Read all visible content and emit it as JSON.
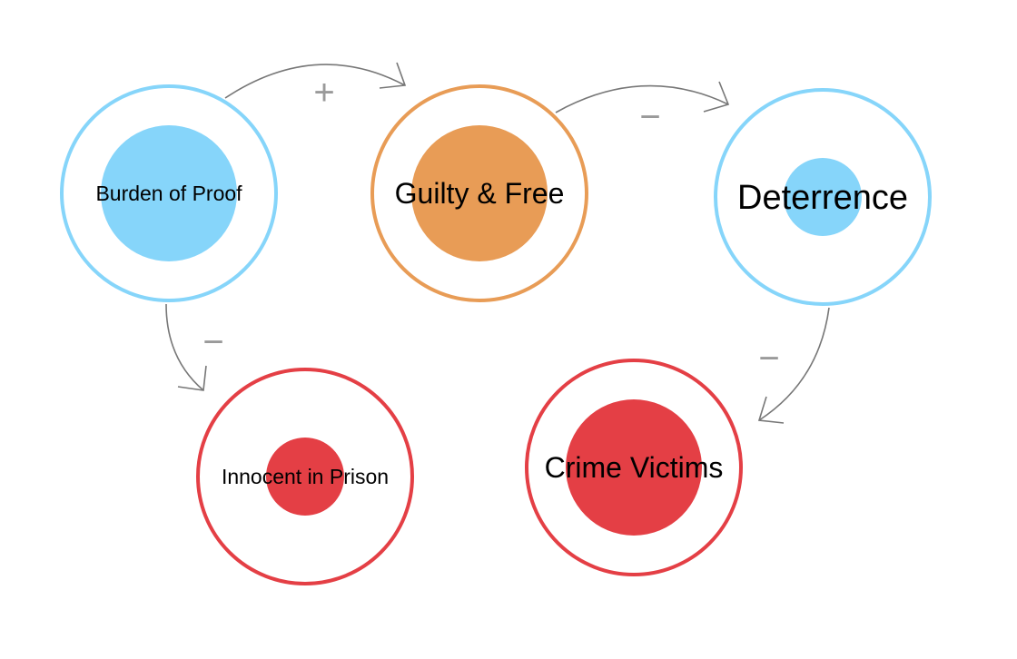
{
  "nodes": [
    {
      "id": "burden",
      "label": "Burden of Proof",
      "color": "#86d5fa",
      "level": 0.64
    },
    {
      "id": "guilty",
      "label": "Guilty & Free",
      "color": "#e89c56",
      "level": 0.64
    },
    {
      "id": "deterrence",
      "label": "Deterrence",
      "color": "#86d5fa",
      "level": 0.37
    },
    {
      "id": "innocent",
      "label": "Innocent in Prison",
      "color": "#e43f45",
      "level": 0.37
    },
    {
      "id": "victims",
      "label": "Crime Victims",
      "color": "#e43f45",
      "level": 0.64
    }
  ],
  "links": [
    {
      "from": "burden",
      "to": "guilty",
      "polarity": "+"
    },
    {
      "from": "guilty",
      "to": "deterrence",
      "polarity": "−"
    },
    {
      "from": "burden",
      "to": "innocent",
      "polarity": "−"
    },
    {
      "from": "deterrence",
      "to": "victims",
      "polarity": "−"
    }
  ]
}
